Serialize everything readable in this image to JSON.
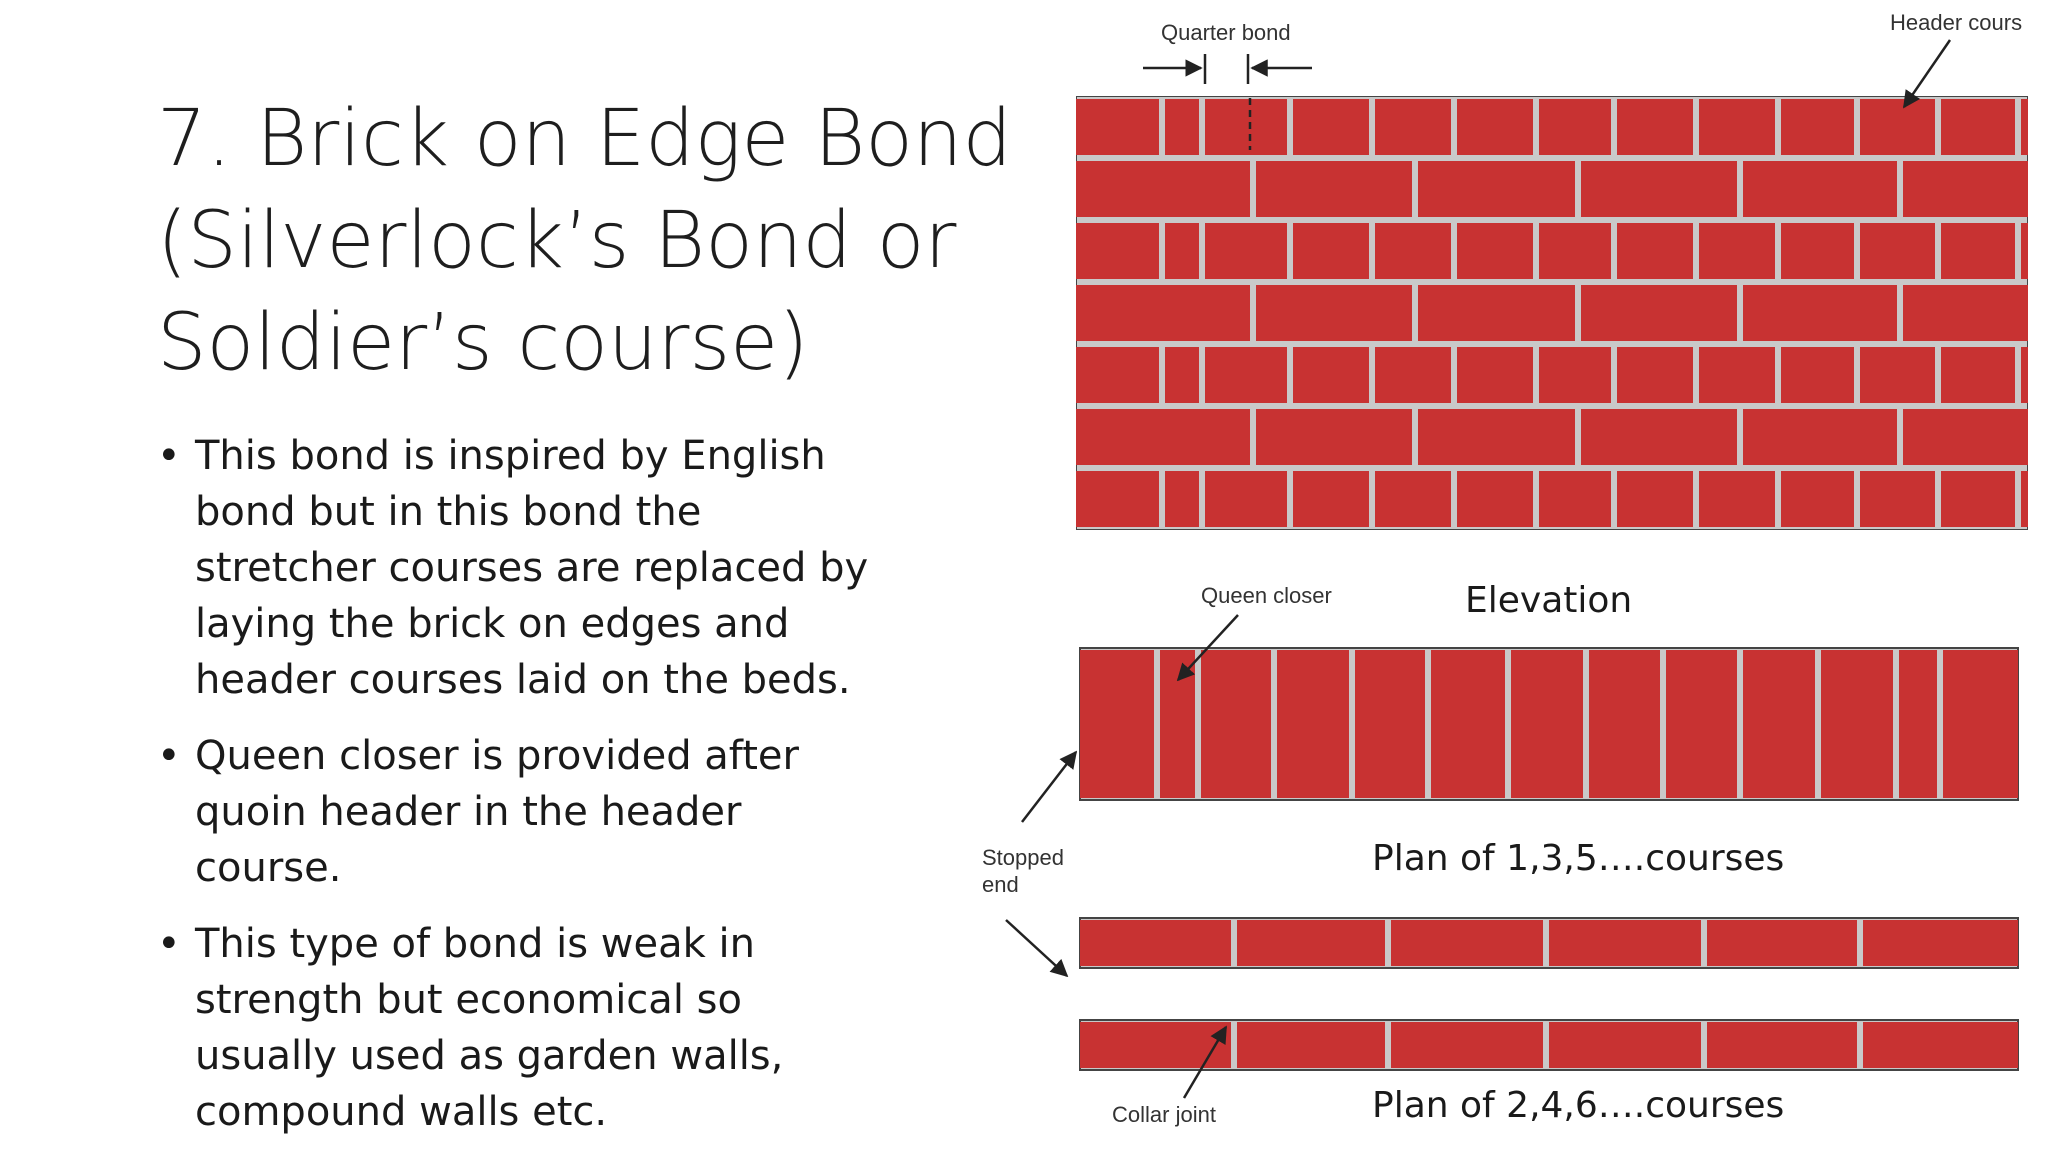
{
  "slide": {
    "title_lines": [
      "7. Brick on Edge Bond",
      "(Silverlock’s Bond or",
      "Soldier’s course)"
    ],
    "bullets": [
      {
        "lines": [
          "This bond is inspired by English",
          "bond but in this bond the",
          "stretcher courses are replaced by",
          "laying the brick on edges and",
          "header courses laid on the beds."
        ]
      },
      {
        "lines": [
          "Queen closer is provided after",
          "quoin header in the header",
          "course."
        ]
      },
      {
        "lines": [
          "This type of bond is weak in",
          "strength but economical so",
          "usually used as garden walls,",
          "compound walls etc."
        ]
      }
    ],
    "bullet_symbol": "•"
  },
  "figure": {
    "labels": {
      "quarter_bond": "Quarter bond",
      "header_course": "Header cours",
      "queen_closer": "Queen closer",
      "elevation": "Elevation",
      "stopped_end_line1": "Stopped",
      "stopped_end_line2": "end",
      "plan_odd": "Plan of 1,3,5….courses",
      "plan_even": "Plan of 2,4,6….courses",
      "collar_joint": "Collar joint"
    },
    "colors": {
      "brick": "#c83232",
      "mortar": "#c9c9c9",
      "edge": "#444444",
      "text": "#333333"
    }
  }
}
